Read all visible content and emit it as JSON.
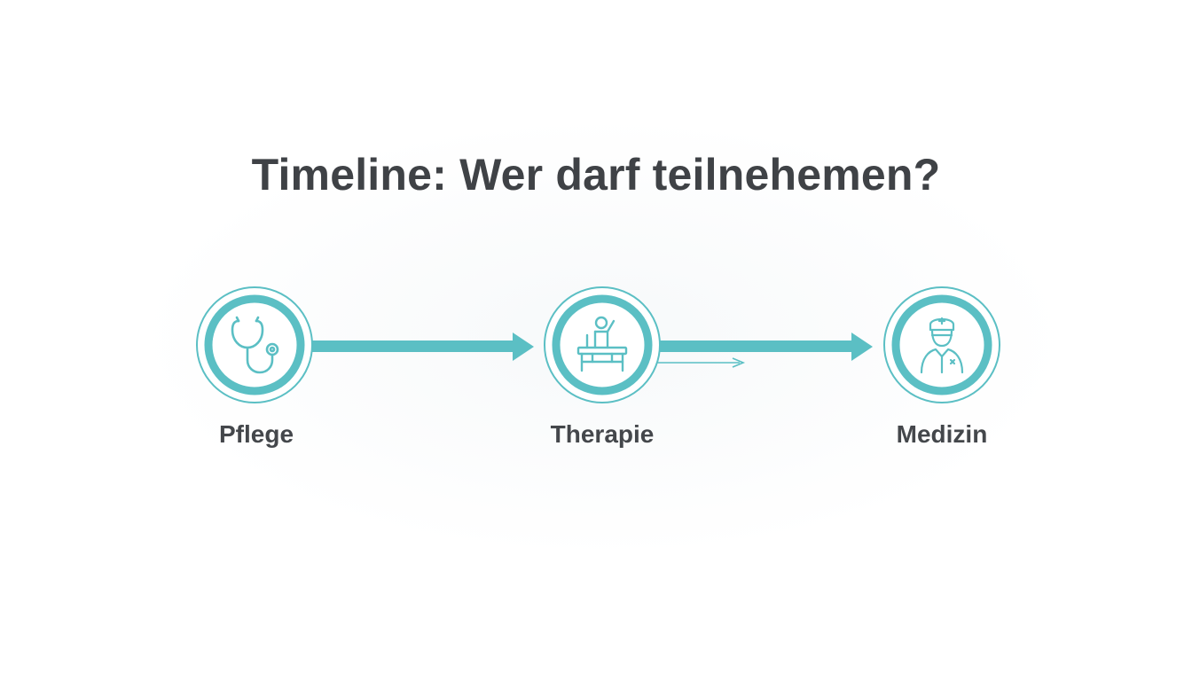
{
  "title": "Timeline: Wer darf teilnehemen?",
  "colors": {
    "accent": "#5bbfc4",
    "text": "#3f4246",
    "background": "#ffffff"
  },
  "nodes": [
    {
      "label": "Pflege",
      "icon": "stethoscope-icon"
    },
    {
      "label": "Therapie",
      "icon": "therapy-person-table-icon"
    },
    {
      "label": "Medizin",
      "icon": "doctor-icon"
    }
  ]
}
